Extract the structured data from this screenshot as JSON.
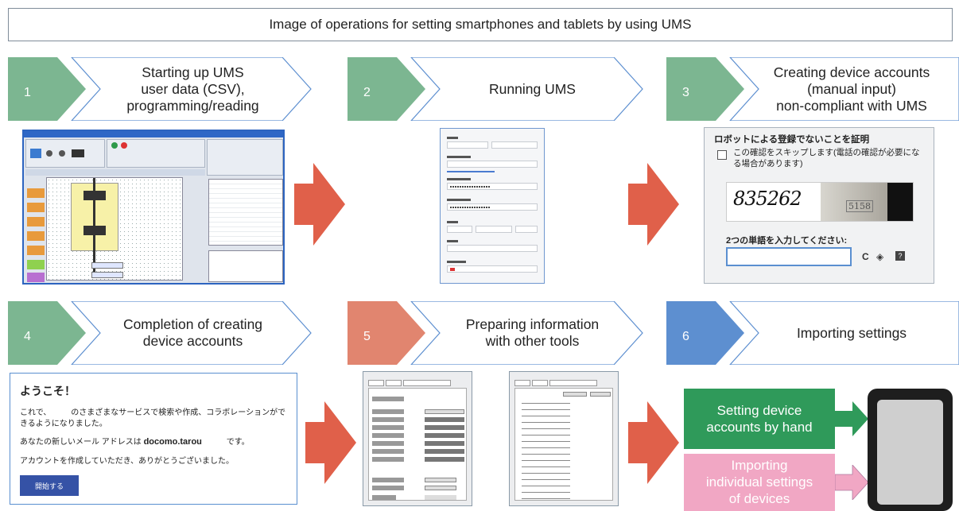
{
  "title": "Image of operations for setting smartphones and tablets by using UMS",
  "colors": {
    "green": "#7cb691",
    "green_dark": "#2f9a5a",
    "orange": "#e1856f",
    "blue": "#5d8fd0",
    "pink": "#f1a7c4",
    "arrow_red": "#e0604a",
    "chevron_border": "#5d8fd0"
  },
  "steps": [
    {
      "number": "1",
      "lines": [
        "Starting up UMS",
        "user data (CSV),",
        "programming/reading"
      ],
      "color": "green"
    },
    {
      "number": "2",
      "lines": [
        "Running UMS"
      ],
      "color": "green"
    },
    {
      "number": "3",
      "lines": [
        "Creating device accounts",
        "(manual input)",
        "non-compliant with UMS"
      ],
      "color": "green"
    },
    {
      "number": "4",
      "lines": [
        "Completion of creating",
        "device accounts"
      ],
      "color": "green"
    },
    {
      "number": "5",
      "lines": [
        "Preparing information",
        "with other tools"
      ],
      "color": "orange"
    },
    {
      "number": "6",
      "lines": [
        "Importing settings"
      ],
      "color": "blue"
    }
  ],
  "captcha": {
    "heading": "ロボットによる登録でないことを証明",
    "skip_text": "この確認をスキップします(電話の確認が必要になる場合があります)",
    "captcha_text": "835262",
    "plate_text": "5158",
    "prompt": "2つの単語を入力してください:",
    "icons": [
      "refresh-icon",
      "audio-icon",
      "help-icon"
    ]
  },
  "welcome": {
    "title": "ようこそ！",
    "line1": "これで、　　　のさまざまなサービスで検索や作成、コラボレーションがで",
    "line2": "きるようになりました。",
    "line3_prefix": "あなたの新しいメール アドレスは",
    "email": "docomo.tarou",
    "line3_suffix": "です。",
    "line4": "アカウントを作成していただき、ありがとうございました。",
    "button": "開始する"
  },
  "results": {
    "green_box": [
      "Setting device",
      "accounts by hand"
    ],
    "pink_box": [
      "Importing",
      "individual settings",
      "of devices"
    ]
  }
}
